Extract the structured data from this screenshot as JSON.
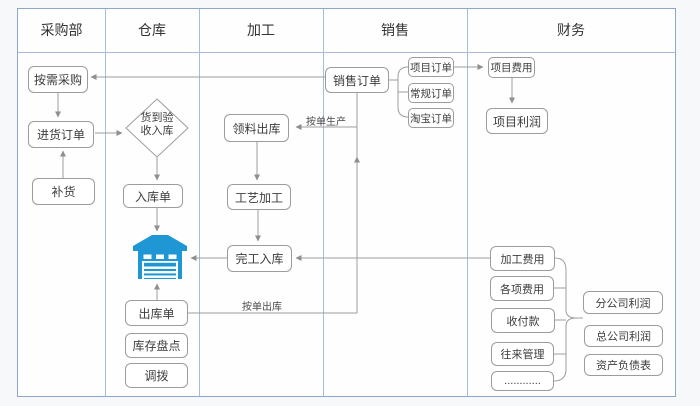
{
  "header": {
    "lanes": [
      "采购部",
      "仓库",
      "加工",
      "销售",
      "财务"
    ]
  },
  "nodes": {
    "demand_purchase": "按需采购",
    "purchase_order": "进货订单",
    "replenish": "补货",
    "arrival_check_line1": "货到验",
    "arrival_check_line2": "收入库",
    "inbound_note": "入库单",
    "outbound_note": "出库单",
    "stock_count": "库存盘点",
    "transfer": "调拨",
    "material_outbound": "领料出库",
    "craft_process": "工艺加工",
    "finish_inbound": "完工入库",
    "sales_order": "销售订单",
    "project_order": "项目订单",
    "regular_order": "常规订单",
    "taobao_order": "淘宝订单",
    "project_cost": "项目费用",
    "project_profit": "项目利润",
    "processing_cost": "加工费用",
    "misc_cost": "各项费用",
    "payment_receipt": "收付款",
    "contact_mgmt": "往来管理",
    "more_items": "............",
    "branch_profit": "分公司利润",
    "hq_profit": "总公司利润",
    "balance_sheet": "资产负债表"
  },
  "edge_labels": {
    "produce_by_order": "按单生产",
    "outbound_by_order": "按单出库"
  },
  "icons": {
    "warehouse": "warehouse-icon"
  },
  "colors": {
    "lane_border": "#8fa6cc",
    "box_border": "#9c9c9c",
    "connector": "#9e9e9e",
    "icon_blue": "#1e97d4",
    "text": "#3d3d3d"
  }
}
